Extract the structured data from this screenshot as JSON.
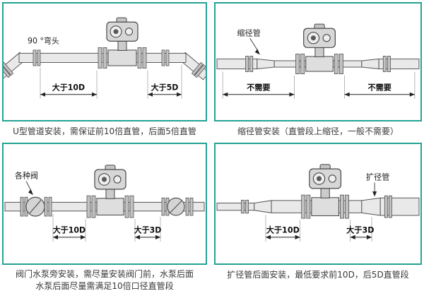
{
  "theme": {
    "frame_border_color": "#23a393",
    "background": "#ffffff",
    "line_color": "#4a4a4a"
  },
  "panels": [
    {
      "id": "u-type",
      "labels": {
        "part": "90 °弯头",
        "dim_left": "大于10D",
        "dim_right": "大于5D"
      },
      "caption": "U型管道安装，需保证前10倍直管，后面5倍直管"
    },
    {
      "id": "reducer",
      "labels": {
        "part": "缩径管",
        "dim_left": "不需要",
        "dim_right": "不需要"
      },
      "caption": "缩径管安装（直管段上缩径，一般不需要）"
    },
    {
      "id": "valve-pump",
      "labels": {
        "part": "各种阀",
        "dim_left": "大于10D",
        "dim_right": "大于3D"
      },
      "caption_line1": "阀门水泵旁安装，需尽量安装阀门前，水泵后面",
      "caption_line2": "水泵后面尽量需满足10倍口径直管段"
    },
    {
      "id": "expander",
      "labels": {
        "part": "扩径管",
        "dim_left": "大于10D",
        "dim_right": "大于3D"
      },
      "caption": "扩径管后面安装，最低要求前10D，后5D直管段"
    }
  ]
}
